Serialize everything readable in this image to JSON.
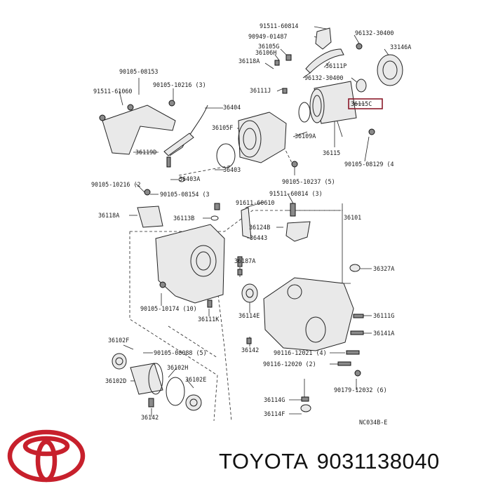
{
  "labels": [
    {
      "id": "91511-60814",
      "text": "91511-60814"
    },
    {
      "id": "90949-01487",
      "text": "90949-01487"
    },
    {
      "id": "96132-30400-a",
      "text": "96132-30400"
    },
    {
      "id": "33146A",
      "text": "33146A"
    },
    {
      "id": "36105G",
      "text": "36105G"
    },
    {
      "id": "36106H",
      "text": "36106H"
    },
    {
      "id": "36118A",
      "text": "36118A"
    },
    {
      "id": "36111P",
      "text": "36111P"
    },
    {
      "id": "96132-30400-b",
      "text": "96132-30400"
    },
    {
      "id": "90105-08153",
      "text": "90105-08153"
    },
    {
      "id": "91511-61060",
      "text": "91511-61060"
    },
    {
      "id": "90105-10216-3",
      "text": "90105-10216 (3)"
    },
    {
      "id": "36111J",
      "text": "36111J"
    },
    {
      "id": "36115C",
      "text": "36115C"
    },
    {
      "id": "36404",
      "text": "36404"
    },
    {
      "id": "36105F",
      "text": "36105F"
    },
    {
      "id": "36109A",
      "text": "36109A"
    },
    {
      "id": "36119D",
      "text": "36119D"
    },
    {
      "id": "36115",
      "text": "36115"
    },
    {
      "id": "90105-08129-4",
      "text": "90105-08129 (4"
    },
    {
      "id": "36403",
      "text": "36403"
    },
    {
      "id": "36403A",
      "text": "36403A"
    },
    {
      "id": "90105-10237-5",
      "text": "90105-10237 (5)"
    },
    {
      "id": "90105-10216-2",
      "text": "90105-10216 (2"
    },
    {
      "id": "90105-08154-3",
      "text": "90105-08154 (3"
    },
    {
      "id": "91511-60814-b",
      "text": "91511-60814 (3)"
    },
    {
      "id": "91611-60610",
      "text": "91611-60610"
    },
    {
      "id": "36118A-b",
      "text": "36118A"
    },
    {
      "id": "36113B",
      "text": "36113B"
    },
    {
      "id": "36101",
      "text": "36101"
    },
    {
      "id": "36124B",
      "text": "36124B"
    },
    {
      "id": "36443",
      "text": "36443"
    },
    {
      "id": "36187A",
      "text": "36187A"
    },
    {
      "id": "36327A",
      "text": "36327A"
    },
    {
      "id": "90105-10174-10",
      "text": "90105-10174 (10)"
    },
    {
      "id": "36111K",
      "text": "36111K"
    },
    {
      "id": "36114E",
      "text": "36114E"
    },
    {
      "id": "36111G",
      "text": "36111G"
    },
    {
      "id": "36141A",
      "text": "36141A"
    },
    {
      "id": "36102F",
      "text": "36102F"
    },
    {
      "id": "90105-08088-5",
      "text": "90105-08088 (5)"
    },
    {
      "id": "36142-a",
      "text": "36142"
    },
    {
      "id": "90116-12021-4",
      "text": "90116-12021 (4)"
    },
    {
      "id": "36102H",
      "text": "36102H"
    },
    {
      "id": "90116-12020-2",
      "text": "90116-12020 (2)"
    },
    {
      "id": "36102D",
      "text": "36102D"
    },
    {
      "id": "36102E",
      "text": "36102E"
    },
    {
      "id": "90179-12032-6",
      "text": "90179-12032 (6)"
    },
    {
      "id": "36142-b",
      "text": "36142"
    },
    {
      "id": "36114G",
      "text": "36114G"
    },
    {
      "id": "36114F",
      "text": "36114F"
    },
    {
      "id": "NC034B-E",
      "text": "NC034B-E"
    }
  ],
  "highlight_label_id": "36115C",
  "brand": "TOYOTA",
  "part_number": "9031138040",
  "colors": {
    "highlight": "#8b1a2b",
    "ink": "#222222",
    "logo": "#c7202c"
  },
  "logo_icon": "toyota-logo-icon"
}
